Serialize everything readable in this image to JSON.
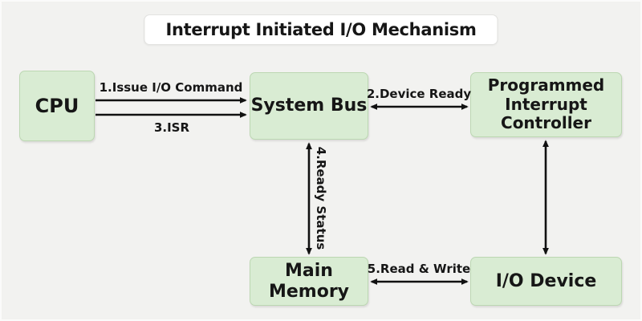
{
  "title": "Interrupt Initiated I/O Mechanism",
  "diagram_type": "block-diagram",
  "nodes": {
    "cpu": {
      "label": "CPU"
    },
    "system_bus": {
      "label": "System Bus"
    },
    "pic": {
      "label": "Programmed Interrupt Controller"
    },
    "main_memory": {
      "label": "Main Memory"
    },
    "io_device": {
      "label": "I/O Device"
    }
  },
  "edges": {
    "issue_io_command": {
      "label": "1.Issue I/O Command",
      "from": "cpu",
      "to": "system_bus",
      "arrow": "one-way"
    },
    "device_ready": {
      "label": "2.Device Ready",
      "from": "system_bus",
      "to": "pic",
      "arrow": "two-way"
    },
    "isr": {
      "label": "3.ISR",
      "from": "cpu",
      "to": "system_bus",
      "arrow": "one-way"
    },
    "ready_status": {
      "label": "4.Ready Status",
      "from": "system_bus",
      "to": "main_memory",
      "arrow": "two-way"
    },
    "read_write": {
      "label": "5.Read & Write",
      "from": "main_memory",
      "to": "io_device",
      "arrow": "two-way"
    },
    "pic_io": {
      "label": "",
      "from": "pic",
      "to": "io_device",
      "arrow": "two-way"
    }
  },
  "colors": {
    "background": "#f2f2f0",
    "node_fill": "#d9ecd3",
    "node_border": "#bcd7b2",
    "arrow": "#111111",
    "title_background": "#ffffff",
    "title_border": "#e2e2e0",
    "text": "#161616"
  }
}
